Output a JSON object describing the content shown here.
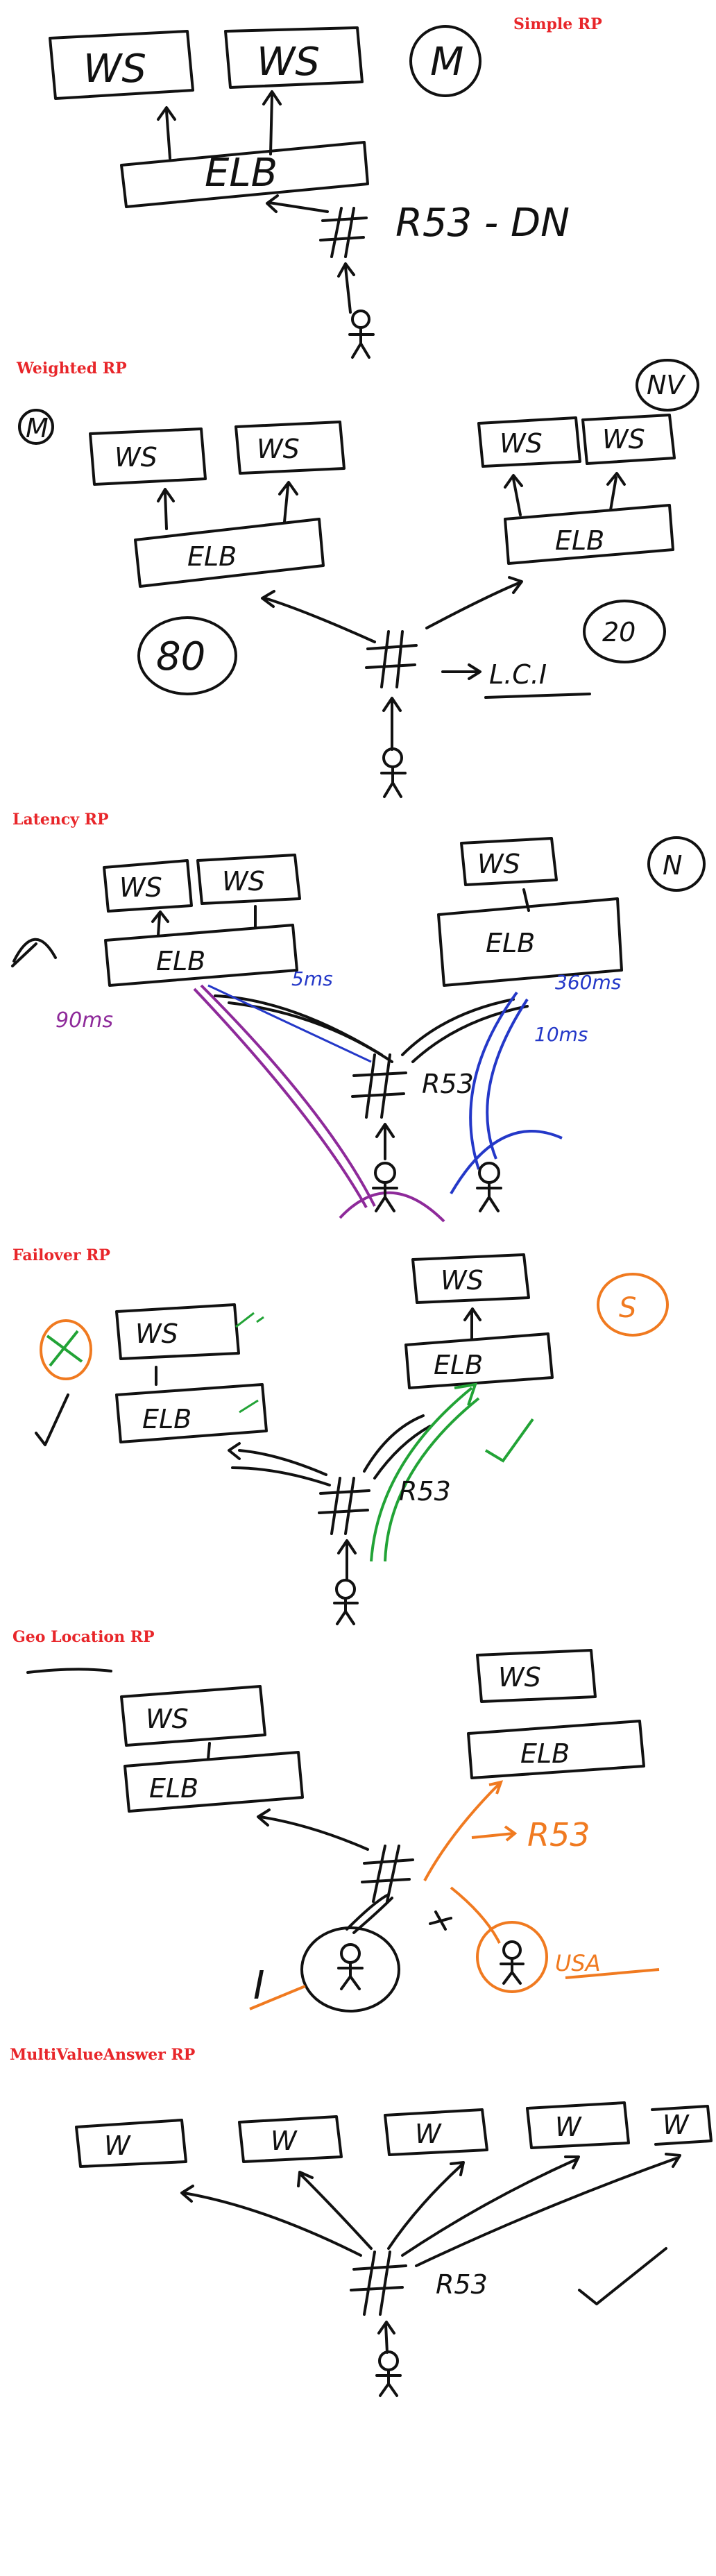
{
  "colors": {
    "title": "#e8262a",
    "ink": "#111111",
    "purple": "#8e2a9a",
    "blue": "#2438c8",
    "green": "#22a336",
    "orange": "#f07a20"
  },
  "sections": {
    "simple": {
      "title": "Simple RP",
      "ws1": "WS",
      "ws2": "WS",
      "elb": "ELB",
      "circle": "M",
      "r53": "R53 - DN"
    },
    "weighted": {
      "title": "Weighted RP",
      "circle_left": "M",
      "circle_right": "NV",
      "ws": "WS",
      "elb": "ELB",
      "w_left": "80",
      "w_right": "20",
      "lc": "L.C.I"
    },
    "latency": {
      "title": "Latency RP",
      "ws": "WS",
      "elb": "ELB",
      "circle_right": "N",
      "r53": "R53",
      "t1": "90ms",
      "t2": "5ms",
      "t3": "10ms",
      "t4": "360ms"
    },
    "failover": {
      "title": "Failover RP",
      "ws": "WS",
      "elb": "ELB",
      "circle_right": "S",
      "r53": "R53"
    },
    "geo": {
      "title": "Geo Location RP",
      "ws_left": "WS",
      "ws_right": "WS",
      "elb": "ELB",
      "r53": "R53",
      "left_label": "I",
      "right_label": "USA"
    },
    "multi": {
      "title": "MultiValueAnswer RP",
      "ws": "W",
      "r53": "R53"
    }
  }
}
